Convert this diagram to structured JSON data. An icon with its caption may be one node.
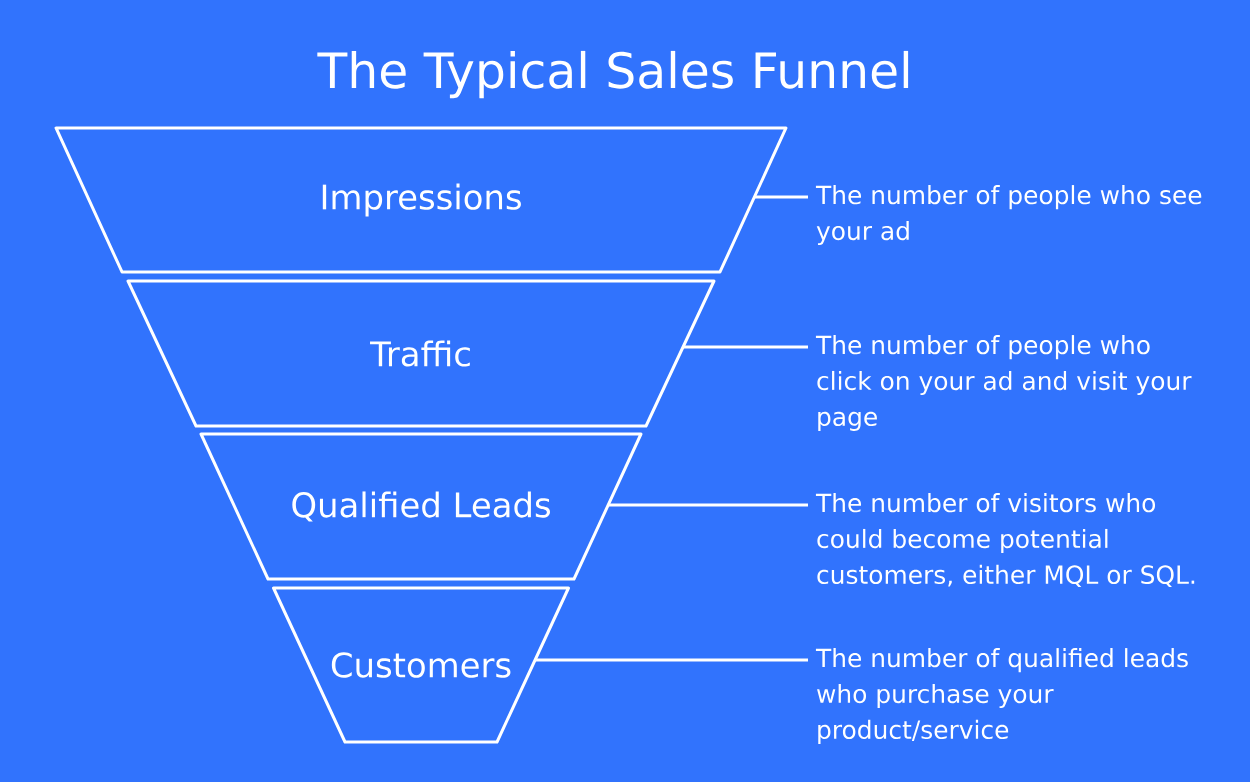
{
  "diagram": {
    "title": "The Typical Sales Funnel",
    "nodes": [
      {
        "text": [
          "Impressions"
        ]
      },
      {
        "text": [
          "Traffic"
        ]
      },
      {
        "text": [
          "Qualified Leads"
        ]
      },
      {
        "text": [
          "Customers"
        ]
      },
      {
        "text": [
          "The number of people who see your ad"
        ]
      },
      {
        "text": [
          "The number of people who click on your ad and visit your page"
        ]
      },
      {
        "text": [
          "The number of visitors who could become potential customers, either MQL or SQL."
        ]
      },
      {
        "text": [
          "The number of qualified leads who purchase your product/service"
        ]
      }
    ],
    "edges": [
      {
        "from": 4,
        "to": 0,
        "arrow": "none"
      },
      {
        "from": 5,
        "to": 1,
        "arrow": "none"
      },
      {
        "from": 6,
        "to": 2,
        "arrow": "none"
      },
      {
        "from": 7,
        "to": 3,
        "arrow": "none"
      }
    ]
  }
}
